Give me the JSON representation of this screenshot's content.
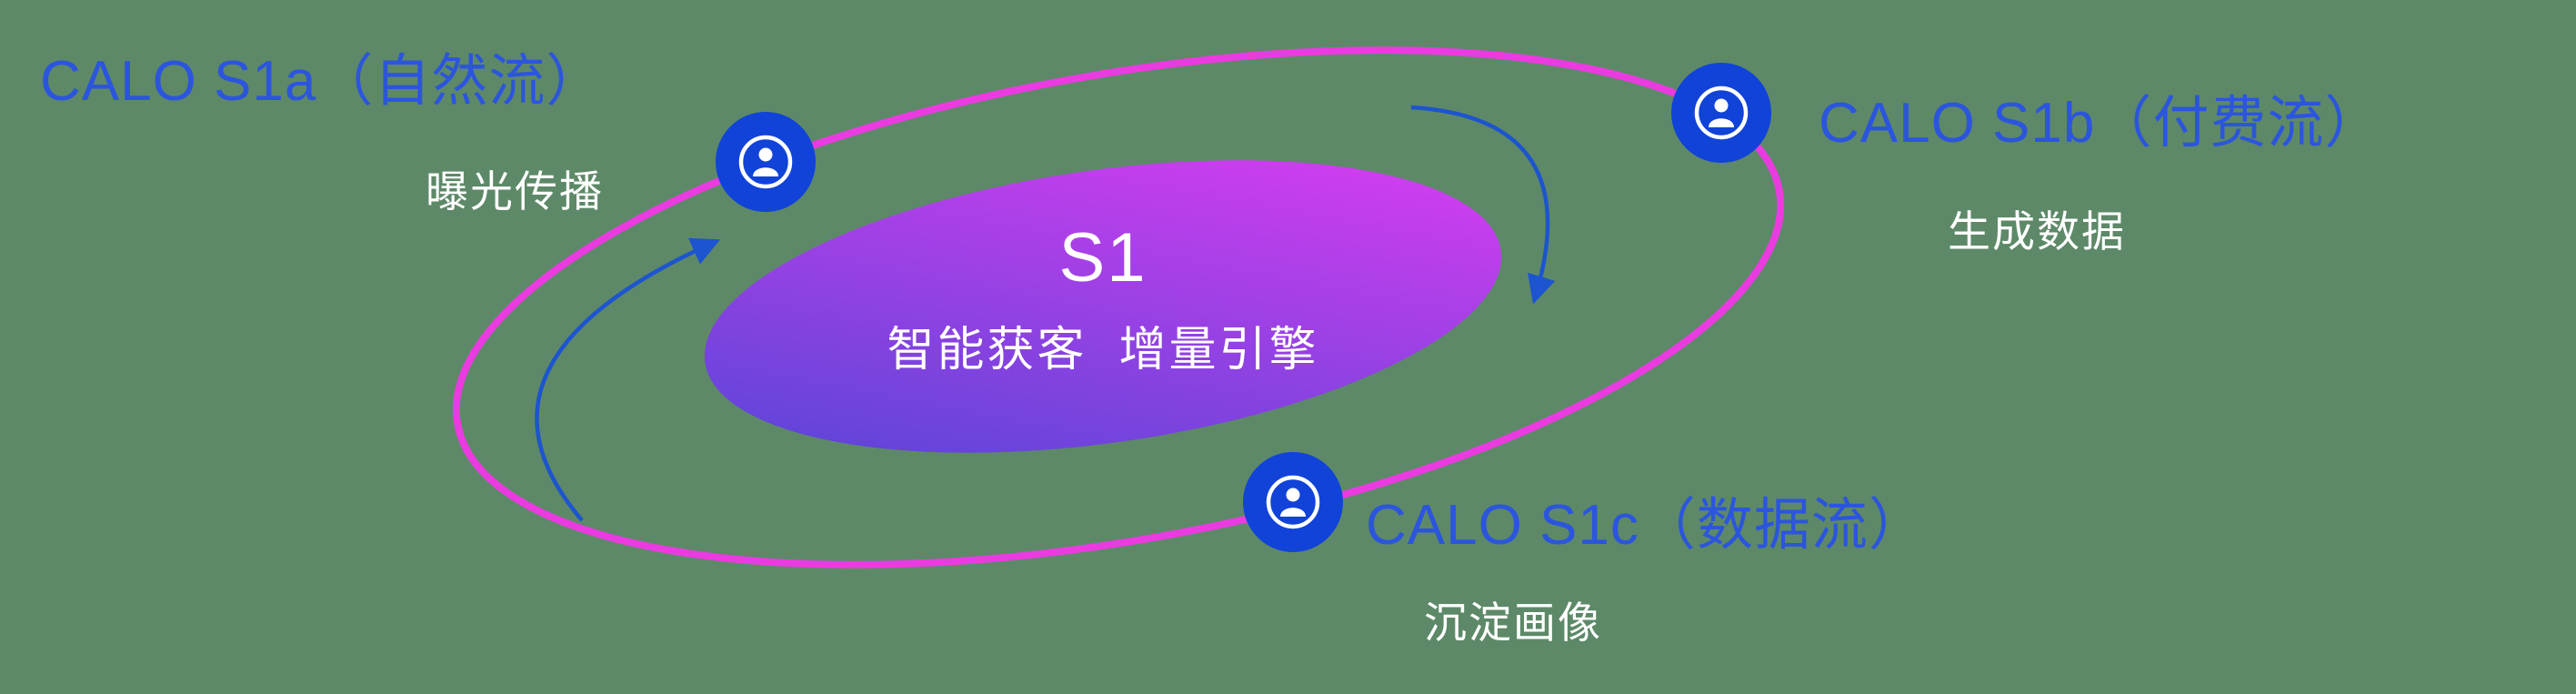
{
  "diagram": {
    "center": {
      "title": "S1",
      "subtitle": "智能获客  增量引擎"
    },
    "nodes": [
      {
        "id": "s1a",
        "label": "CALO S1a（自然流）",
        "sublabel": "曝光传播"
      },
      {
        "id": "s1b",
        "label": "CALO S1b（付费流）",
        "sublabel": "生成数据"
      },
      {
        "id": "s1c",
        "label": "CALO S1c（数据流）",
        "sublabel": "沉淀画像"
      }
    ]
  },
  "colors": {
    "background": "#5d8968",
    "label_blue": "#2c55dd",
    "text_white": "#ffffff",
    "orbit_pink": "#ea3be0",
    "node_blue": "#1143d9",
    "arrow_blue": "#1d54cf",
    "center_gradient_start": "#4f46d6",
    "center_gradient_end": "#e23cf2"
  }
}
